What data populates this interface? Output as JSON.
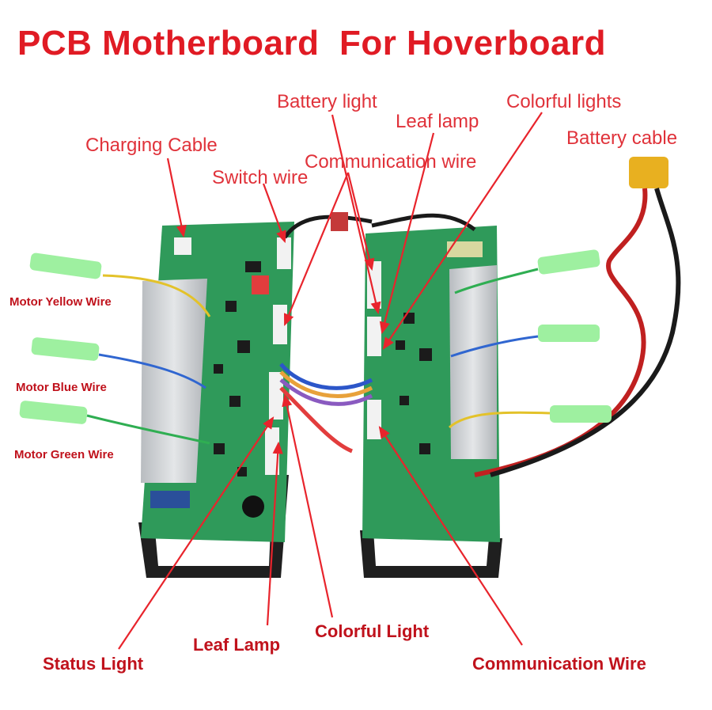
{
  "title": "PCB Motherboard  For Hoverboard",
  "labels": {
    "battery_light": "Battery light",
    "leaf_lamp_top": "Leaf lamp",
    "colorful_lights": "Colorful lights",
    "battery_cable": "Battery cable",
    "charging_cable": "Charging Cable",
    "switch_wire": "Switch wire",
    "communication_wire_top": "Communication wire",
    "motor_yellow": "Motor Yellow Wire",
    "motor_blue": "Motor Blue Wire",
    "motor_green": "Motor Green Wire",
    "status_light": "Status Light",
    "leaf_lamp_bottom": "Leaf Lamp",
    "colorful_light_bottom": "Colorful Light",
    "communication_wire_bottom": "Communication Wire"
  },
  "colors": {
    "title": "#e01b24",
    "label": "#e0323a",
    "arrow": "#e8242c",
    "pcb": "#2f9a5a",
    "heatsink": "#c9cccf",
    "bracket": "#1e1e1e"
  }
}
